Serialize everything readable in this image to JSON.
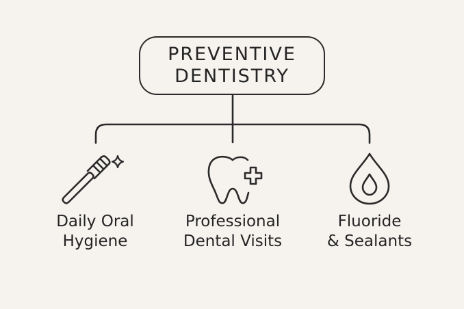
{
  "title": {
    "line1": "PREVENTIVE",
    "line2": "DENTISTRY"
  },
  "branches": [
    {
      "icon": "toothbrush-icon",
      "line1": "Daily Oral",
      "line2": "Hygiene"
    },
    {
      "icon": "tooth-plus-icon",
      "line1": "Professional",
      "line2": "Dental Visits"
    },
    {
      "icon": "droplet-icon",
      "line1": "Fluoride",
      "line2": "& Sealants"
    }
  ],
  "colors": {
    "background": "#f6f3ef",
    "stroke": "#2a2a2a",
    "text": "#242424"
  }
}
